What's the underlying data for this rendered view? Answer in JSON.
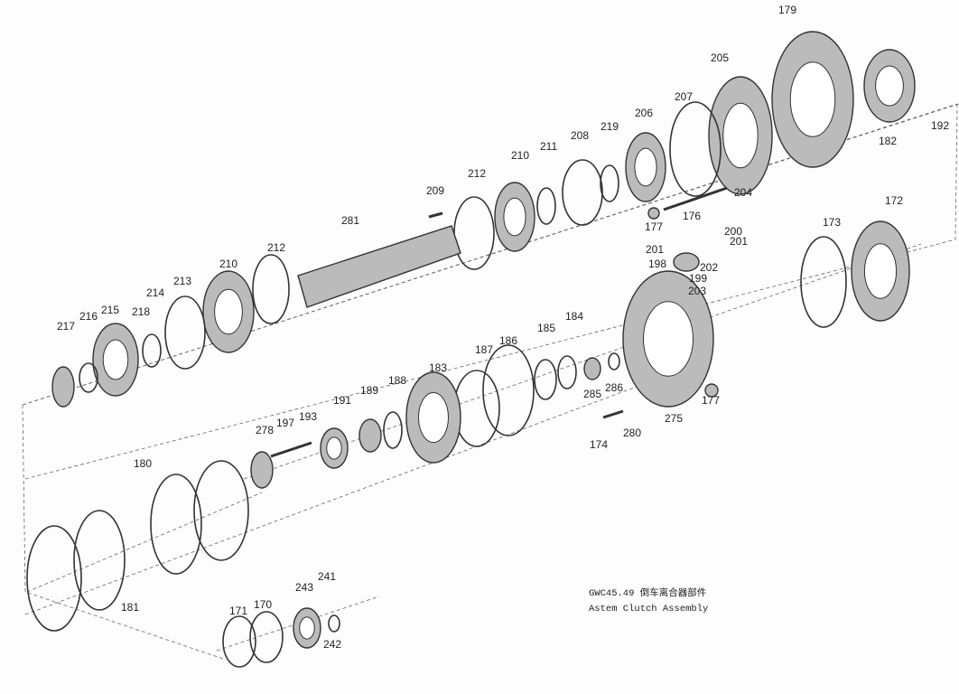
{
  "caption": {
    "model_title": "GWC45.49 倒车离合器部件",
    "english_title": "Astem Clutch Assembly"
  },
  "labels": [
    "179",
    "205",
    "207",
    "206",
    "219",
    "208",
    "211",
    "210",
    "212",
    "209",
    "281",
    "212",
    "210",
    "213",
    "214",
    "215",
    "218",
    "216",
    "217",
    "182",
    "192",
    "204",
    "176",
    "177",
    "200",
    "201",
    "201",
    "198",
    "202",
    "199",
    "203",
    "173",
    "172",
    "184",
    "185",
    "186",
    "187",
    "183",
    "188",
    "189",
    "191",
    "193",
    "197",
    "278",
    "285",
    "286",
    "275",
    "177",
    "280",
    "174",
    "180",
    "181",
    "171",
    "170",
    "243",
    "241",
    "242"
  ]
}
